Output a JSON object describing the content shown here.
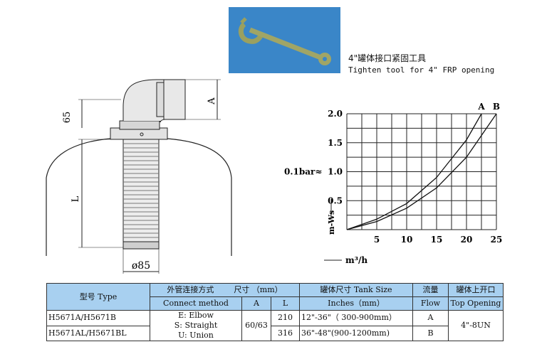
{
  "caption": {
    "cn": "4\"罐体接口紧固工具",
    "en": "Tighten tool for 4\" FRP opening"
  },
  "drawing": {
    "dim_65": "65",
    "dim_A": "A",
    "dim_L": "L",
    "dim_diameter": "ø85"
  },
  "chart_data": {
    "type": "line",
    "xlabel": "m³/h",
    "ylabel": "m-Ws",
    "x_ticks": [
      "5",
      "10",
      "15",
      "20",
      "25"
    ],
    "y_ticks": [
      "0.5",
      "1.0",
      "1.5",
      "2.0"
    ],
    "annotation": "0.1bar≈",
    "xlim": [
      0,
      25
    ],
    "ylim": [
      0,
      2.0
    ],
    "grid": true,
    "series": [
      {
        "name": "A",
        "x": [
          0,
          5,
          10,
          15,
          20,
          22.5
        ],
        "y": [
          0,
          0.18,
          0.45,
          0.9,
          1.55,
          2.0
        ]
      },
      {
        "name": "B",
        "x": [
          0,
          5,
          10,
          15,
          20,
          25
        ],
        "y": [
          0,
          0.14,
          0.37,
          0.72,
          1.25,
          2.0
        ]
      }
    ]
  },
  "table": {
    "h_model": "型号 Type",
    "h_connect_cn": "外管连接方式",
    "h_size": "尺寸 （mm）",
    "h_tank_size": "罐体尺寸 Tank Size",
    "h_flow_cn": "流量",
    "h_top_cn": "罐体上开口",
    "h_connect_en": "Connect method",
    "h_A": "A",
    "h_L": "L",
    "h_inches": "Inches（mm）",
    "h_flow_en": "Flow",
    "h_top_en": "Top Opening",
    "connect_1": "E: Elbow",
    "connect_2": "S: Straight",
    "connect_3": "U: Union",
    "a_value": "60/63",
    "top_value": "4\"-8UN",
    "rows": [
      {
        "model": "H5671A/H5671B",
        "L": "210",
        "tank": "12\"-36\"（ 300-900mm）",
        "flow": "A"
      },
      {
        "model": "H5671AL/H5671BL",
        "L": "316",
        "tank": "36\"-48\"(900-1200mm)",
        "flow": "B"
      }
    ]
  }
}
